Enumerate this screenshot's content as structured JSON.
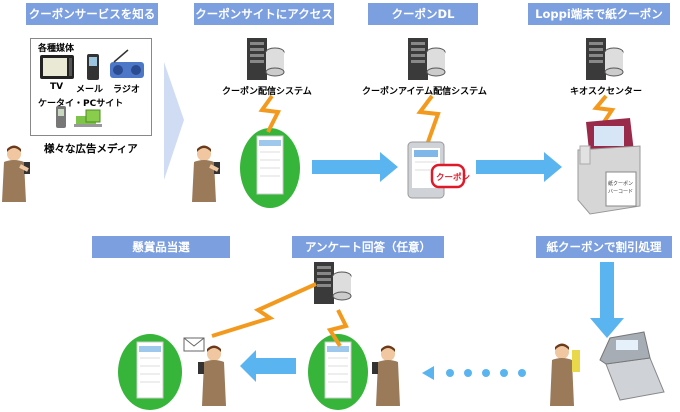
{
  "steps": {
    "s1": "クーポンサービスを知る",
    "s2": "クーポンサイトにアクセス",
    "s3": "クーポンDL",
    "s4": "Loppi端末で紙クーポン",
    "s5": "紙クーポンで割引処理",
    "s6": "アンケート回答（任意）",
    "s7": "懸賞品当選"
  },
  "media": {
    "title": "各種媒体",
    "tv": "TV",
    "mail": "メール",
    "radio": "ラジオ",
    "mobile_pc": "ケータイ・PCサイト",
    "caption": "様々な広告メディア"
  },
  "servers": {
    "coupon_system": "クーポン配信システム",
    "item_system": "クーポンアイテム配信システム",
    "kiosk_center": "キオスクセンター"
  },
  "labels": {
    "coupon_badge": "クーポン",
    "paper_coupon_l1": "紙クーポン",
    "paper_coupon_l2": "バーコード"
  },
  "colors": {
    "step_box": "#7b9fdf",
    "arrow_blue": "#5ab4f0",
    "lightning_orange": "#f39a1e",
    "phone_circle": "#36b53a"
  }
}
